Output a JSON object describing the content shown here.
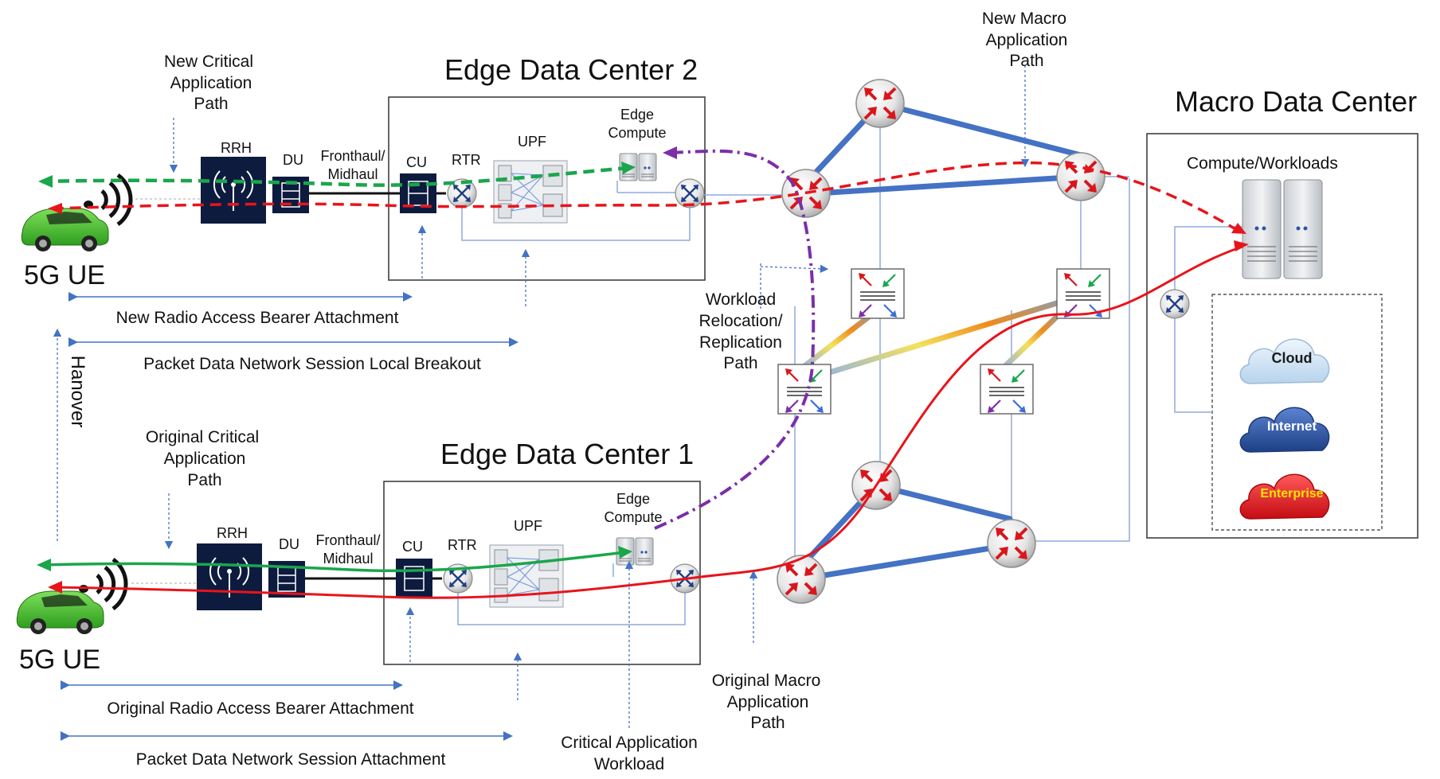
{
  "titles": {
    "edge2": "Edge Data Center 2",
    "edge1": "Edge Data Center 1",
    "macro": "Macro Data Center"
  },
  "ue": {
    "label": "5G UE"
  },
  "components": {
    "rrh": "RRH",
    "du": "DU",
    "fronthaul": [
      "Fronthaul/",
      "Midhaul"
    ],
    "cu": "CU",
    "rtr": "RTR",
    "upf": "UPF",
    "edge_compute": [
      "Edge",
      "Compute"
    ],
    "compute_workloads": "Compute/Workloads"
  },
  "clouds": {
    "cloud": "Cloud",
    "internet": "Internet",
    "enterprise": "Enterprise"
  },
  "annotations": {
    "new_critical_path": [
      "New Critical",
      "Application",
      "Path"
    ],
    "original_critical_path": [
      "Original Critical",
      "Application",
      "Path"
    ],
    "new_macro_path": [
      "New Macro",
      "Application",
      "Path"
    ],
    "original_macro_path": [
      "Original Macro",
      "Application",
      "Path"
    ],
    "workload_relocation": [
      "Workload",
      "Relocation/",
      "Replication",
      "Path"
    ],
    "critical_workload": [
      "Critical Application",
      "Workload"
    ],
    "hanover": "Hanover",
    "new_rab": "New Radio Access Bearer Attachment",
    "pdn_local_breakout": "Packet Data Network Session Local Breakout",
    "original_rab": "Original Radio Access Bearer Attachment",
    "pdn_attachment": "Packet Data Network Session Attachment"
  },
  "colors": {
    "green_path": "#1aa64b",
    "red_path": "#e8141b",
    "purple_path": "#7b2fa8",
    "link_blue": "#4472c4",
    "thin_blue": "#8faadc",
    "router_red": "#d9161c",
    "dark_navy": "#0d1b3e",
    "cloud_light": "#cfe2f3",
    "cloud_blue": "#2f55a4",
    "cloud_red": "#e8141b",
    "enterprise_text": "#ffe600"
  }
}
